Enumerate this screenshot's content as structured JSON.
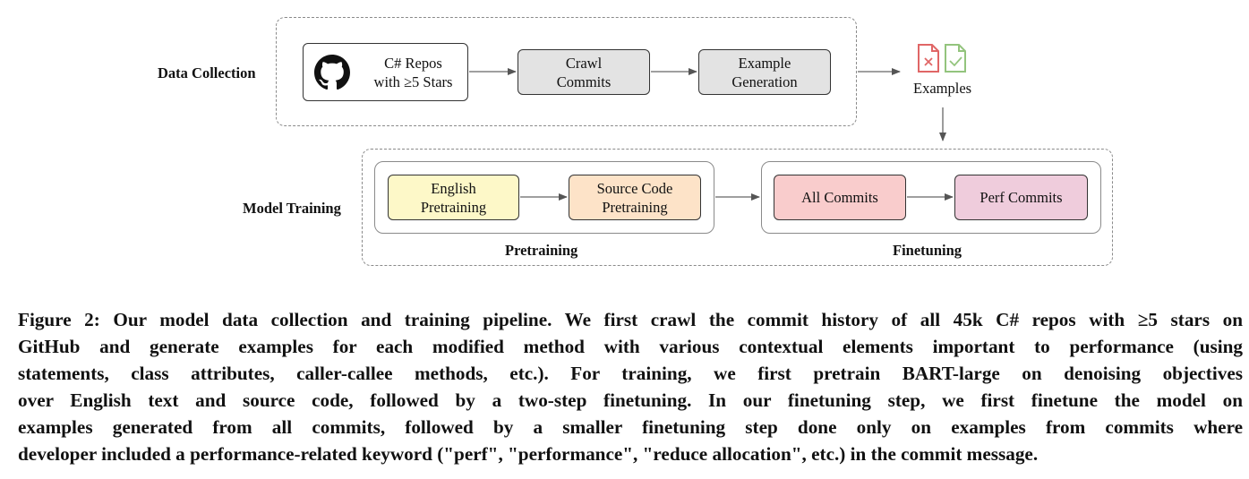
{
  "rows": {
    "data_collection_label": "Data Collection",
    "model_training_label": "Model Training"
  },
  "data_collection": {
    "repos_line1": "C# Repos",
    "repos_line2": "with ≥5 Stars",
    "crawl_line1": "Crawl",
    "crawl_line2": "Commits",
    "example_line1": "Example",
    "example_line2": "Generation",
    "examples_label": "Examples"
  },
  "model_training": {
    "english_line1": "English",
    "english_line2": "Pretraining",
    "source_line1": "Source Code",
    "source_line2": "Pretraining",
    "all_commits": "All Commits",
    "perf_commits": "Perf Commits",
    "pretraining_label": "Pretraining",
    "finetuning_label": "Finetuning"
  },
  "colors": {
    "gray_box": "#e3e3e3",
    "english_box": "#fdf8c8",
    "source_box": "#fde3c8",
    "all_commits_box": "#f9cccc",
    "perf_commits_box": "#efccdc",
    "icon_red": "#e06666",
    "icon_green": "#93c47d"
  },
  "caption": {
    "lines": [
      "Figure 2: Our model data collection and training pipeline. We first crawl the commit history of all 45k C# repos with ≥5 stars on",
      "GitHub and generate examples for each modified method with various contextual elements important to performance (using",
      "statements, class attributes, caller-callee methods, etc.). For training, we first pretrain BART-large on denoising objectives",
      "over English text and source code, followed by a two-step finetuning. In our finetuning step, we first finetune the model on",
      "examples generated from all commits, followed by a smaller finetuning step done only on examples from commits where",
      "developer included a performance-related keyword (\"perf\", \"performance\", \"reduce allocation\", etc.) in the commit message."
    ]
  }
}
